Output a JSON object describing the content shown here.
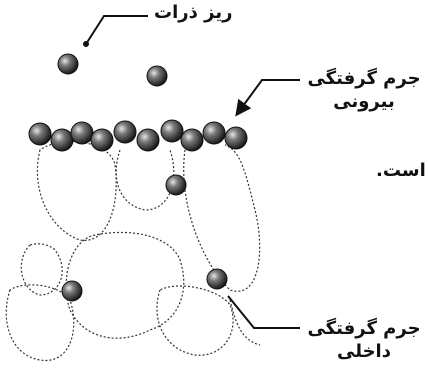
{
  "labels": {
    "particles": "ریز ذرات",
    "outer_fouling_line1": "جرم گرفتگی",
    "outer_fouling_line2": "بیرونی",
    "fragment": "است.",
    "inner_fouling_line1": "جرم گرفتگی",
    "inner_fouling_line2": "داخلی"
  },
  "colors": {
    "ink": "#111111",
    "particle_dark": "#1a1a1a",
    "particle_light": "#d9d9d9",
    "background": "#ffffff"
  }
}
